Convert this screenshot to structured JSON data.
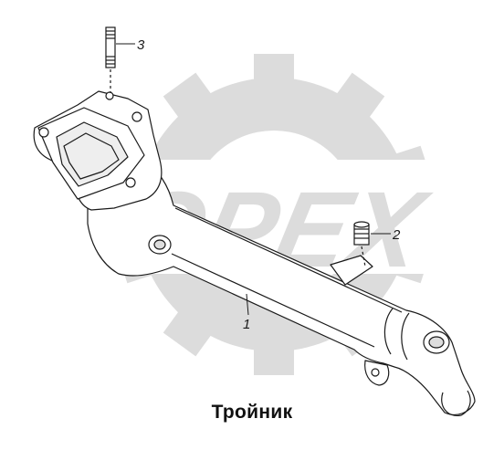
{
  "watermark": {
    "text": "OPEX",
    "color": "#dcdcdc"
  },
  "callouts": [
    {
      "number": "1"
    },
    {
      "number": "2"
    },
    {
      "number": "3"
    }
  ],
  "caption": "Тройник",
  "colors": {
    "line": "#1a1a1a",
    "part_fill": "#ffffff",
    "shade": "#bdbdbd"
  }
}
